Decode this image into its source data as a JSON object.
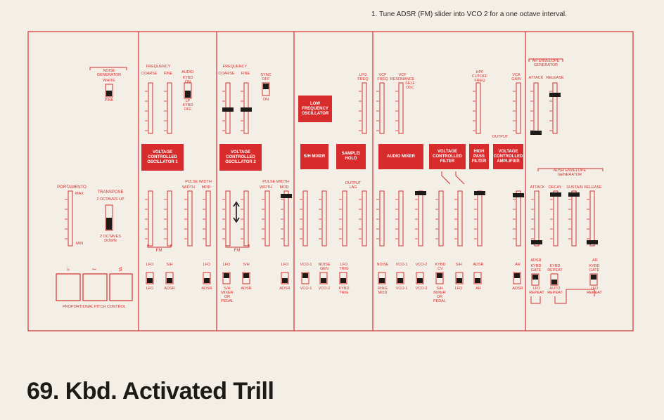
{
  "note": "1. Tune ADSR (FM) slider into VCO 2 for a one octave interval.",
  "title": "69. Kbd. Activated Trill",
  "colors": {
    "accent": "#d42f2f",
    "block": "#d82c2c",
    "paper": "#f4efe6"
  },
  "panel1": {
    "noise_generator": "NOISE GENERATOR",
    "white": "WHITE",
    "pink": "PINK",
    "portamento": "PORTAMENTO",
    "max": "MAX",
    "min": "MIN",
    "transpose": "TRANSPOSE",
    "two_up": "2 OCTAVES UP",
    "two_down": "2 OCTAVES DOWN",
    "ppc": "PROPORTIONAL PITCH CONTROL"
  },
  "vco1": {
    "frequency": "FREQUENCY",
    "coarse": "COARSE",
    "fine": "FINE",
    "audio": "AUDIO",
    "kybd_on": "KYBD ON",
    "lf": "LF",
    "kybd_off": "KYBD OFF",
    "block": "VOLTAGE CONTROLLED OSCILLATOR 1",
    "pulse_width": "PULSE WIDTH",
    "width": "WIDTH",
    "mod": "MOD",
    "fm": "FM",
    "lfo": "LFO",
    "sh": "S/H",
    "adsr": "ADSR"
  },
  "vco2": {
    "frequency": "FREQUENCY",
    "coarse": "COARSE",
    "fine": "FINE",
    "sync_off": "SYNC OFF",
    "on": "ON",
    "block": "VOLTAGE CONTROLLED OSCILLATOR 2",
    "pulse_width": "PULSE WIDTH",
    "width": "WIDTH",
    "mod": "MOD",
    "fm": "FM",
    "lfo": "LFO",
    "sh": "S/H",
    "adsr": "ADSR",
    "sh_mixer_pedal": "S/H MIXER OR PEDAL"
  },
  "panel4": {
    "lfo_block": "LOW FREQUENCY OSCILLATOR",
    "lfo_freq": "LFO FREQ",
    "sh_mixer": "S/H MIXER",
    "sample_hold": "SAMPLE/ HOLD",
    "output_lag": "OUTPUT LAG",
    "vco1": "VCO-1",
    "noise_gen": "NOISE GEN",
    "lfo_trig": "LFO TRIG",
    "vco2": "VCO-2",
    "kybd_trig": "KYBD TRIG"
  },
  "panel5": {
    "vcf_freq": "VCF FREQ",
    "vcf_resonance": "VCF RESONANCE",
    "self_osc": "SELF OSC",
    "hpf_cutoff": "HPF CUTOFF FREQ",
    "vca_gain": "VCA GAIN",
    "output": "OUTPUT",
    "audio_mixer": "AUDIO MIXER",
    "vcf": "VOLTAGE CONTROLLED FILTER",
    "hpf": "HIGH PASS FILTER",
    "vca": "VOLTAGE CONTROLLED AMPLIFIER",
    "noise": "NOISE",
    "ring_mod": "RING MOD",
    "vco1": "VCO-1",
    "vco2": "VCO-2",
    "kybd_cv": "KYBD CV",
    "sh_mixer_pedal": "S/H MIXER OR PEDAL",
    "sh": "S/H",
    "lfo": "LFO",
    "adsr": "ADSR",
    "ar": "AR"
  },
  "panel6": {
    "ar_env": "AR ENVELOPE GENERATOR",
    "attack": "ATTACK",
    "release": "RELEASE",
    "adsr_env": "ADSR ENVELOPE GENERATOR",
    "decay": "DECAY",
    "sustain": "SUSTAIN",
    "adsr": "ADSR",
    "ar": "AR",
    "kybd_gate": "KYBD GATE",
    "kybd_repeat": "KYBD REPEAT",
    "lfo_repeat": "LFO REPEAT",
    "auto_repeat": "AUTO REPEAT"
  }
}
